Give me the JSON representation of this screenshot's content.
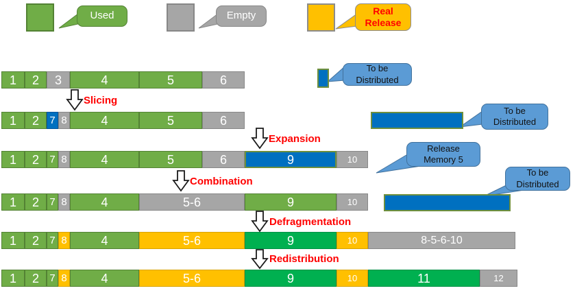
{
  "colors": {
    "used": "#70AD47",
    "used_border": "#538234",
    "empty": "#A6A6A6",
    "empty_border": "#878787",
    "release": "#FFC000",
    "release_border": "#D9A300",
    "blue": "#0070C0",
    "blue_border": "#00539B",
    "green2": "#00B050",
    "green2_border": "#009045",
    "bar_border": "#6E8F3D",
    "callout": "#5B9BD5",
    "callout_border": "#41719C",
    "label_red": "#FF0000"
  },
  "legend": [
    {
      "name": "used",
      "label": "Used"
    },
    {
      "name": "empty",
      "label": "Empty"
    },
    {
      "name": "real-release",
      "label": "Real Release"
    }
  ],
  "steps": [
    {
      "label": "Slicing"
    },
    {
      "label": "Expansion"
    },
    {
      "label": "Combination"
    },
    {
      "label": "Defragmentation"
    },
    {
      "label": "Redistribution"
    }
  ],
  "callouts": {
    "to_be_distributed_1": "To be Distributed",
    "to_be_distributed_2": "To be Distributed",
    "release_memory_5": "Release Memory 5",
    "to_be_distributed_3": "To be Distributed"
  },
  "rows": [
    {
      "blocks": [
        {
          "label": "1",
          "type": "used"
        },
        {
          "label": "2",
          "type": "used"
        },
        {
          "label": "3",
          "type": "empty"
        },
        {
          "label": "4",
          "type": "used"
        },
        {
          "label": "5",
          "type": "used"
        },
        {
          "label": "6",
          "type": "empty"
        }
      ]
    },
    {
      "blocks": [
        {
          "label": "1",
          "type": "used"
        },
        {
          "label": "2",
          "type": "used"
        },
        {
          "label": "7",
          "type": "blue"
        },
        {
          "label": "8",
          "type": "empty"
        },
        {
          "label": "4",
          "type": "used"
        },
        {
          "label": "5",
          "type": "used"
        },
        {
          "label": "6",
          "type": "empty"
        }
      ]
    },
    {
      "blocks": [
        {
          "label": "1",
          "type": "used"
        },
        {
          "label": "2",
          "type": "used"
        },
        {
          "label": "7",
          "type": "used"
        },
        {
          "label": "8",
          "type": "empty"
        },
        {
          "label": "4",
          "type": "used"
        },
        {
          "label": "5",
          "type": "used"
        },
        {
          "label": "6",
          "type": "empty"
        },
        {
          "label": "9",
          "type": "blue"
        },
        {
          "label": "10",
          "type": "empty"
        }
      ]
    },
    {
      "blocks": [
        {
          "label": "1",
          "type": "used"
        },
        {
          "label": "2",
          "type": "used"
        },
        {
          "label": "7",
          "type": "used"
        },
        {
          "label": "8",
          "type": "empty"
        },
        {
          "label": "4",
          "type": "used"
        },
        {
          "label": "5-6",
          "type": "empty"
        },
        {
          "label": "9",
          "type": "used"
        },
        {
          "label": "10",
          "type": "empty"
        }
      ]
    },
    {
      "blocks": [
        {
          "label": "1",
          "type": "used"
        },
        {
          "label": "2",
          "type": "used"
        },
        {
          "label": "7",
          "type": "used"
        },
        {
          "label": "8",
          "type": "release"
        },
        {
          "label": "4",
          "type": "used"
        },
        {
          "label": "5-6",
          "type": "release"
        },
        {
          "label": "9",
          "type": "green2"
        },
        {
          "label": "10",
          "type": "release"
        },
        {
          "label": "8-5-6-10",
          "type": "empty"
        }
      ]
    },
    {
      "blocks": [
        {
          "label": "1",
          "type": "used"
        },
        {
          "label": "2",
          "type": "used"
        },
        {
          "label": "7",
          "type": "used"
        },
        {
          "label": "8",
          "type": "release"
        },
        {
          "label": "4",
          "type": "used"
        },
        {
          "label": "5-6",
          "type": "release"
        },
        {
          "label": "9",
          "type": "green2"
        },
        {
          "label": "10",
          "type": "release"
        },
        {
          "label": "11",
          "type": "green2"
        },
        {
          "label": "12",
          "type": "empty"
        }
      ]
    }
  ]
}
